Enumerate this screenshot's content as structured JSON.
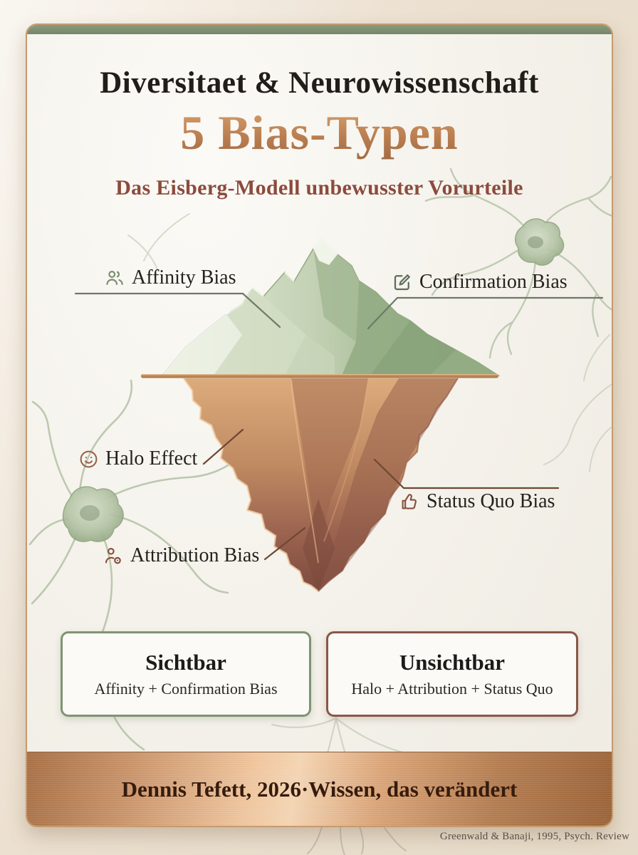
{
  "header": {
    "title": "Diversitaet & Neurowissenschaft",
    "headline": "5 Bias-Typen",
    "subtitle": "Das Eisberg-Modell unbewusster Vorurteile"
  },
  "diagram": {
    "model": "iceberg",
    "labels": [
      {
        "text": "Affinity Bias",
        "icon": "users-icon",
        "zone": "above-waterline"
      },
      {
        "text": "Confirmation Bias",
        "icon": "pen-square-icon",
        "zone": "above-waterline"
      },
      {
        "text": "Halo Effect",
        "icon": "smiley-icon",
        "zone": "below-waterline"
      },
      {
        "text": "Status Quo Bias",
        "icon": "thumbs-up-icon",
        "zone": "below-waterline"
      },
      {
        "text": "Attribution Bias",
        "icon": "user-badge-icon",
        "zone": "below-waterline"
      }
    ]
  },
  "legend": {
    "visible_box": {
      "title": "Sichtbar",
      "subtitle": "Affinity + Confirmation Bias"
    },
    "invisible_box": {
      "title": "Unsichtbar",
      "subtitle": "Halo + Attribution + Status Quo"
    }
  },
  "footer": {
    "author": "Dennis Tefett, 2026",
    "separator": " · ",
    "tagline": "Wissen, das verändert"
  },
  "citation": "Greenwald & Banaji, 1995, Psych. Review",
  "colors": {
    "page_background": "#ebdfcf",
    "card_background": "#f4f1ea",
    "card_border_copper": "#c49a6f",
    "card_top_band_green": "#7f9170",
    "headline_copper": "#b5794c",
    "subtitle_red_brown": "#8c4b3d",
    "iceberg_above_green": "#a9bd9a",
    "iceberg_below_copper": "#a06a52",
    "waterline_copper": "#b07a4d",
    "visible_box_border": "#7f9471",
    "invisible_box_border": "#8a5747",
    "footer_band_copper": "#c9936a",
    "footer_text": "#351c0e"
  }
}
